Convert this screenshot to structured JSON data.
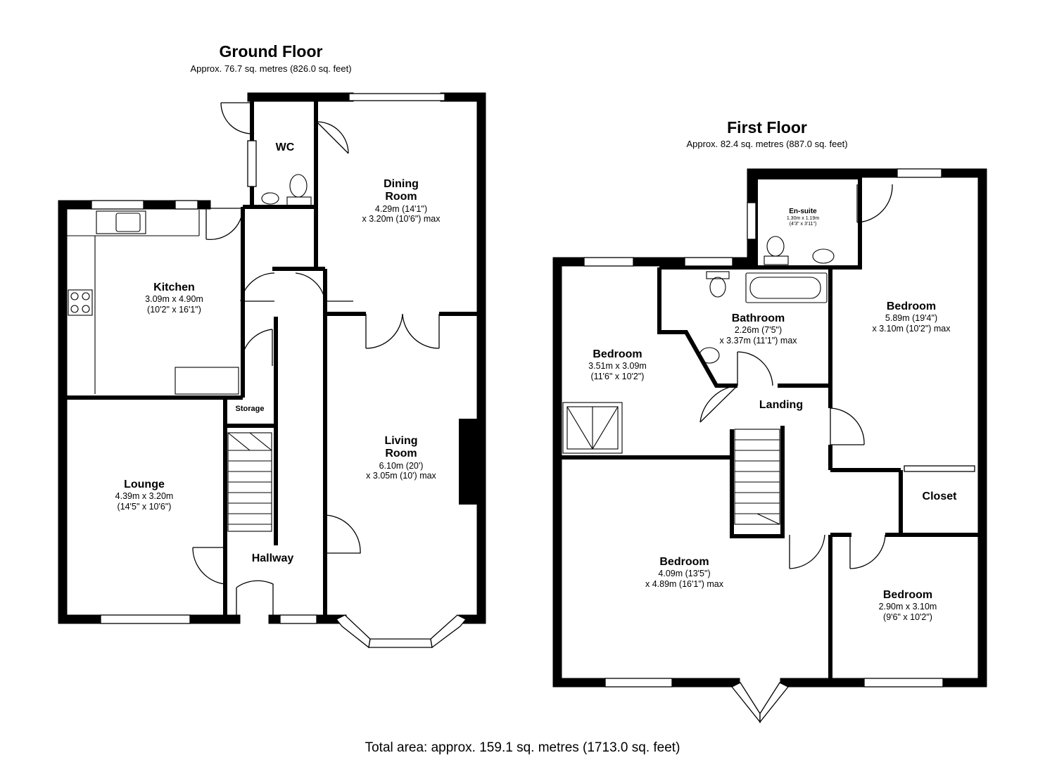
{
  "ground_floor": {
    "title": "Ground Floor",
    "area": "Approx. 76.7 sq. metres (826.0 sq. feet)",
    "rooms": {
      "wc": {
        "name": "WC"
      },
      "dining": {
        "name": "Dining Room",
        "dims": [
          "4.29m (14'1\")",
          "x 3.20m (10'6\") max"
        ]
      },
      "kitchen": {
        "name": "Kitchen",
        "dims": [
          "3.09m x 4.90m",
          "(10'2\" x 16'1\")"
        ]
      },
      "storage": {
        "name": "Storage"
      },
      "living": {
        "name": "Living Room",
        "dims": [
          "6.10m (20')",
          "x 3.05m (10') max"
        ]
      },
      "lounge": {
        "name": "Lounge",
        "dims": [
          "4.39m x 3.20m",
          "(14'5\" x 10'6\")"
        ]
      },
      "hallway": {
        "name": "Hallway"
      }
    }
  },
  "first_floor": {
    "title": "First Floor",
    "area": "Approx. 82.4 sq. metres (887.0 sq. feet)",
    "rooms": {
      "ensuite": {
        "name": "En-suite",
        "dims": [
          "1.30m x 1.19m",
          "(4'3\" x 3'11\")"
        ]
      },
      "bedroom_1": {
        "name": "Bedroom",
        "dims": [
          "5.89m (19'4\")",
          "x 3.10m (10'2\") max"
        ]
      },
      "bathroom": {
        "name": "Bathroom",
        "dims": [
          "2.26m (7'5\")",
          "x 3.37m (11'1\") max"
        ]
      },
      "bedroom_2": {
        "name": "Bedroom",
        "dims": [
          "3.51m x 3.09m",
          "(11'6\" x 10'2\")"
        ]
      },
      "landing": {
        "name": "Landing"
      },
      "closet": {
        "name": "Closet"
      },
      "bedroom_3": {
        "name": "Bedroom",
        "dims": [
          "4.09m (13'5\")",
          "x 4.89m (16'1\") max"
        ]
      },
      "bedroom_4": {
        "name": "Bedroom",
        "dims": [
          "2.90m x 3.10m",
          "(9'6\" x 10'2\")"
        ]
      }
    }
  },
  "total_area": "Total area: approx. 159.1 sq. metres (1713.0 sq. feet)"
}
